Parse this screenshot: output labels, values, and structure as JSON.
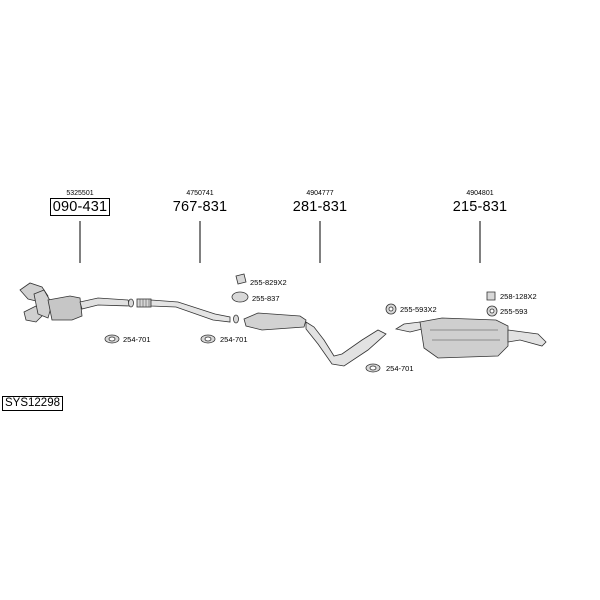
{
  "system_code": "SYS12298",
  "parts": [
    {
      "oem": "5325501",
      "number": "090-431",
      "boxed": true
    },
    {
      "oem": "4750741",
      "number": "767-831",
      "boxed": false
    },
    {
      "oem": "4904777",
      "number": "281-831",
      "boxed": false
    },
    {
      "oem": "4904801",
      "number": "215-831",
      "boxed": false
    }
  ],
  "accessories": [
    {
      "code": "254-701"
    },
    {
      "code": "254-701"
    },
    {
      "code": "255-829X2"
    },
    {
      "code": "255-837"
    },
    {
      "code": "254-701"
    },
    {
      "code": "255-593X2"
    },
    {
      "code": "258-128X2"
    },
    {
      "code": "255-593"
    }
  ]
}
